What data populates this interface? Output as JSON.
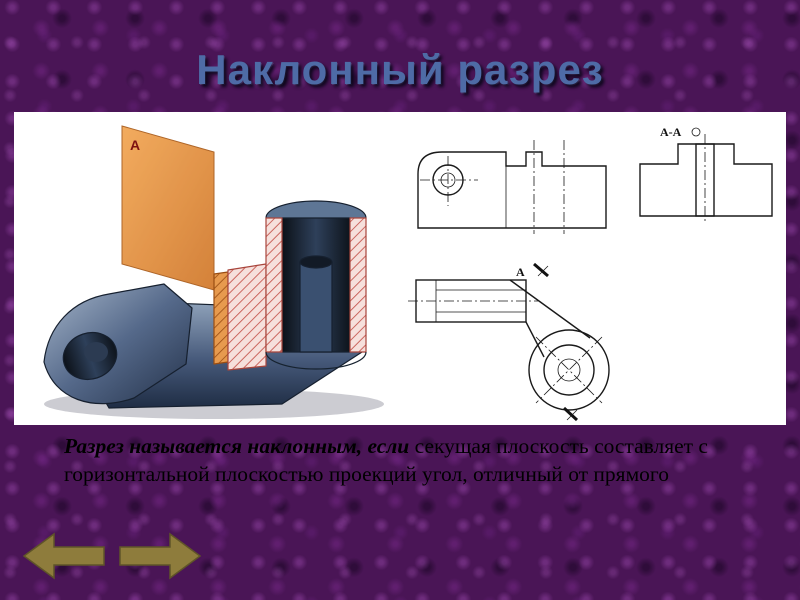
{
  "slide": {
    "title": "Наклонный разрез",
    "description": {
      "emphasis": "Разрез называется наклонным, если",
      "rest": " секущая плоскость составляет с горизонтальной плоскостью проекций угол, отличный от прямого"
    }
  },
  "figure": {
    "plane_label": "А",
    "section_view_label": "А-А",
    "cut_label_top": "А"
  },
  "nav": {
    "back_icon": "arrow-left",
    "forward_icon": "arrow-right"
  },
  "colors": {
    "slide_background": "#4a1556",
    "title_text": "#4e6ba6",
    "panel_background": "#ffffff",
    "nav_arrow": "#8e7c3c",
    "nav_arrow_edge": "#5f5428",
    "cutting_plane": "#e8953f",
    "part_steel": "#4d6384",
    "hatch_red": "#c4524a"
  }
}
